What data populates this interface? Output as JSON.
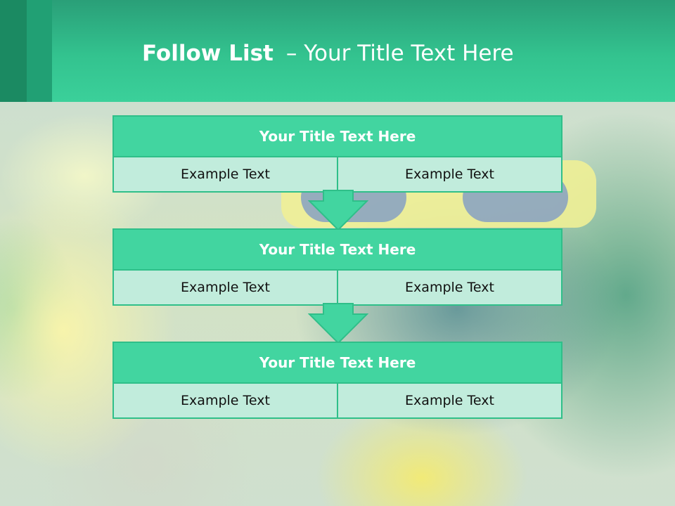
{
  "slide": {
    "title_bold": "Follow List",
    "title_rest": "– Your Title Text Here"
  },
  "blocks": [
    {
      "title": "Your Title Text Here",
      "left_text": "Example Text",
      "right_text": "Example Text"
    },
    {
      "title": "Your Title Text Here",
      "left_text": "Example Text",
      "right_text": "Example Text"
    },
    {
      "title": "Your Title Text Here",
      "left_text": "Example Text",
      "right_text": "Example Text"
    }
  ],
  "colors": {
    "header": "#33c38f",
    "block_title": "#42d5a0",
    "block_cell": "#c1ecdc",
    "border": "#2fbf89"
  },
  "icons": [
    "down-arrow-icon"
  ]
}
